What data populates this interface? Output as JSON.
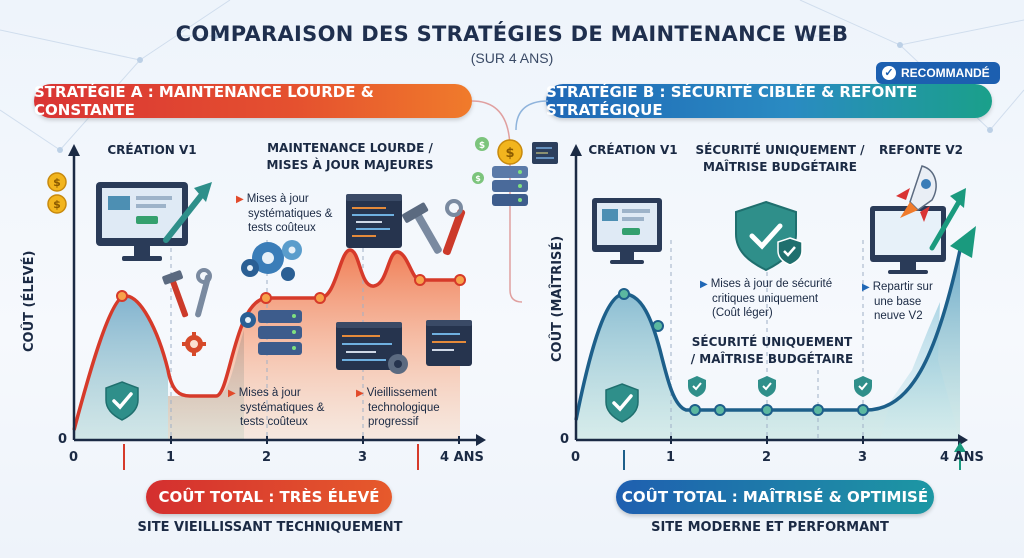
{
  "header": {
    "title": "COMPARAISON DES STRATÉGIES DE MAINTENANCE WEB",
    "subtitle": "(SUR 4 ANS)"
  },
  "badge": {
    "label": "RECOMMANDÉ"
  },
  "strategy_a": {
    "banner": "STRATÉGIE A : MAINTENANCE LOURDE & CONSTANTE",
    "ylabel": "COÛT (ÉLEVÉ)",
    "label_creation": "CRÉATION V1",
    "label_heavy_line1": "MAINTENANCE LOURDE /",
    "label_heavy_line2": "MISES À JOUR MAJEURES",
    "note1_l1": "Mises à jour",
    "note1_l2": "systématiques &",
    "note1_l3": "tests coûteux",
    "note2_l1": "Mises à jour",
    "note2_l2": "systématiques &",
    "note2_l3": "tests coûteux",
    "note3_l1": "Vieillissement",
    "note3_l2": "technologique",
    "note3_l3": "progressif",
    "x_ticks": [
      "0",
      "1",
      "2",
      "3",
      "4 ANS"
    ],
    "y_zero": "0",
    "total": "COÛT TOTAL : TRÈS ÉLEVÉ",
    "footer": "SITE VIEILLISSANT TECHNIQUEMENT"
  },
  "strategy_b": {
    "banner": "STRATÉGIE B : SÉCURITÉ CIBLÉE & REFONTE STRATÉGIQUE",
    "ylabel": "COÛT (MAÎTRISÉ)",
    "label_creation": "CRÉATION V1",
    "label_secu_top_l1": "SÉCURITÉ UNIQUEMENT /",
    "label_secu_top_l2": "MAÎTRISE BUDGÉTAIRE",
    "label_refonte": "REFONTE V2",
    "label_secu_mid_l1": "SÉCURITÉ UNIQUEMENT",
    "label_secu_mid_l2": "/ MAÎTRISE BUDGÉTAIRE",
    "note1_l1": "Mises à jour de sécurité",
    "note1_l2": "critiques uniquement",
    "note1_l3": "(Coût léger)",
    "note2_l1": "Repartir sur",
    "note2_l2": "une base",
    "note2_l3": "neuve V2",
    "x_ticks": [
      "0",
      "1",
      "2",
      "3",
      "4 ANS"
    ],
    "y_zero": "0",
    "total": "COÛT TOTAL : MAÎTRISÉ & OPTIMISÉ",
    "footer": "SITE MODERNE ET PERFORMANT"
  },
  "colors": {
    "red": "#d93434",
    "orange": "#f07b2b",
    "blue": "#1f67b6",
    "teal": "#1aa08a",
    "navy": "#1b2a44"
  },
  "icons": [
    "dollar-coin-icon",
    "monitor-icon",
    "growth-arrow-icon",
    "shield-check-icon",
    "tools-icon",
    "gear-icon",
    "server-icon",
    "code-window-icon",
    "rocket-icon"
  ]
}
